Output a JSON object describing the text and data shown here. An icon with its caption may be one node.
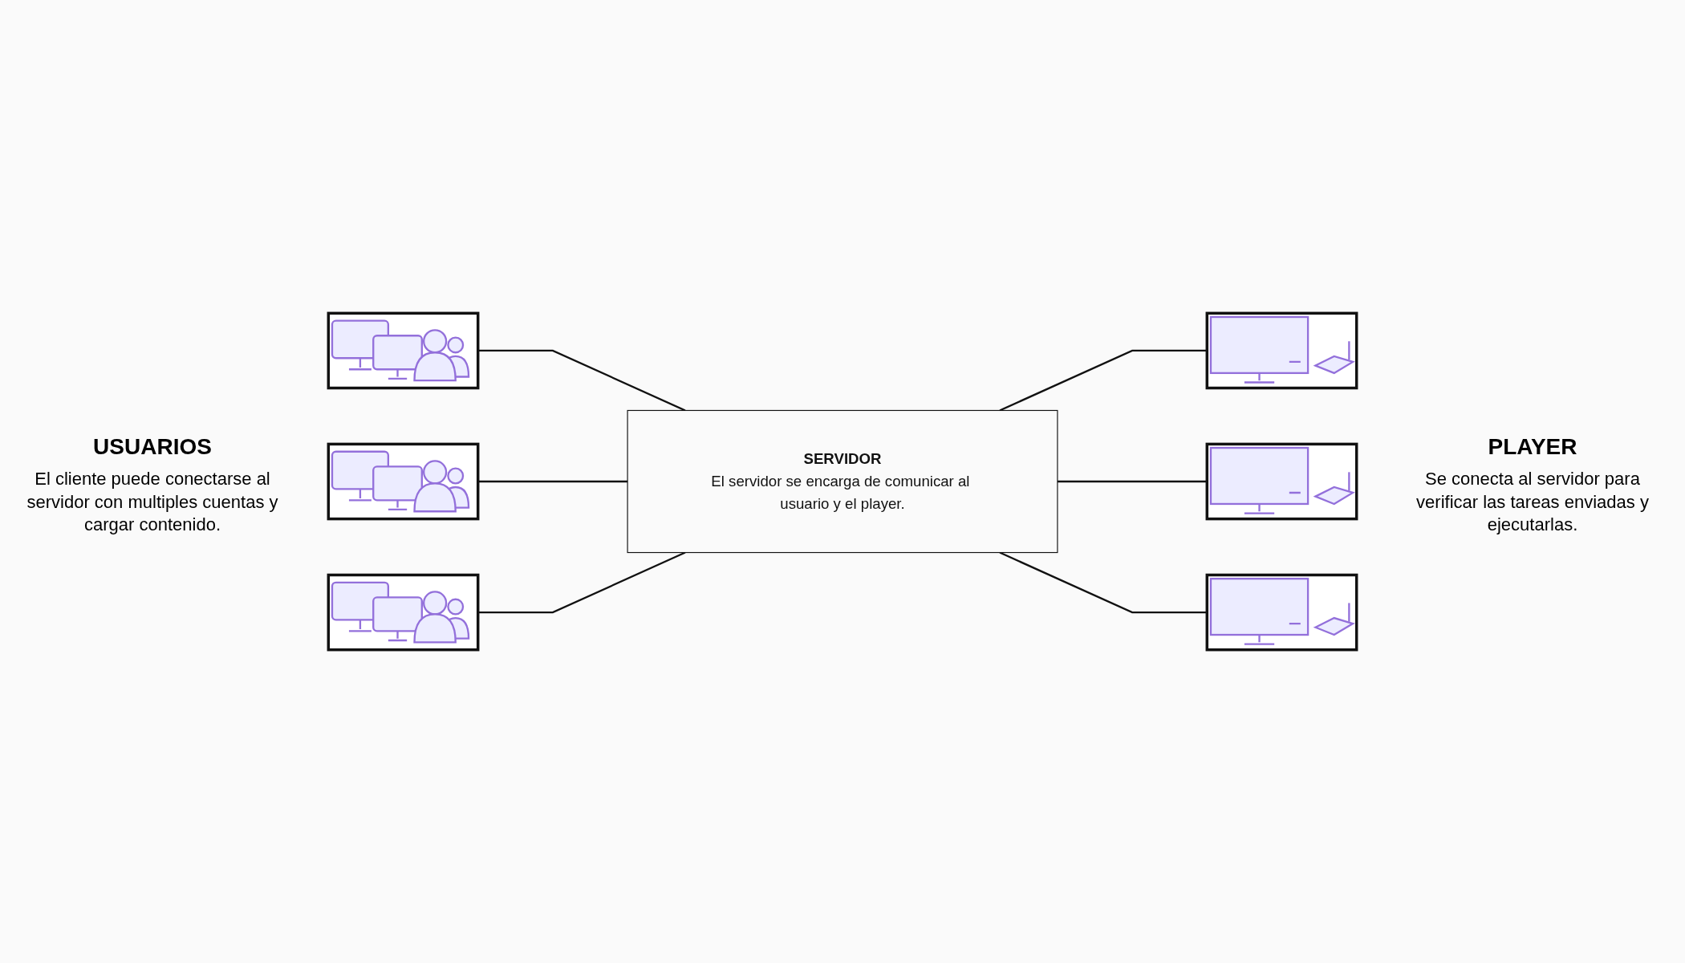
{
  "diagram": {
    "nodes": [
      {
        "text": [],
        "shape": "picture"
      },
      {
        "text": [],
        "shape": "picture"
      },
      {
        "text": [],
        "shape": "picture"
      },
      {
        "text": [
          "SERVIDOR",
          "El servidor se encarga de comunicar al usuario y el player."
        ]
      },
      {
        "text": [],
        "shape": "picture"
      },
      {
        "text": [],
        "shape": "picture"
      },
      {
        "text": [],
        "shape": "picture"
      }
    ],
    "edges": [
      {
        "from": 0,
        "to": 3,
        "arrow": "none"
      },
      {
        "from": 1,
        "to": 3,
        "arrow": "none"
      },
      {
        "from": 2,
        "to": 3,
        "arrow": "none"
      },
      {
        "from": 3,
        "to": 4,
        "arrow": "none"
      },
      {
        "from": 3,
        "to": 5,
        "arrow": "none"
      },
      {
        "from": 3,
        "to": 6,
        "arrow": "none"
      }
    ],
    "labels": [
      "USUARIOS",
      "El cliente puede conectarse al servidor con multiples cuentas y cargar contenido.",
      "PLAYER",
      "Se conecta al servidor para verificar las tareas enviadas y ejecutarlas."
    ]
  }
}
